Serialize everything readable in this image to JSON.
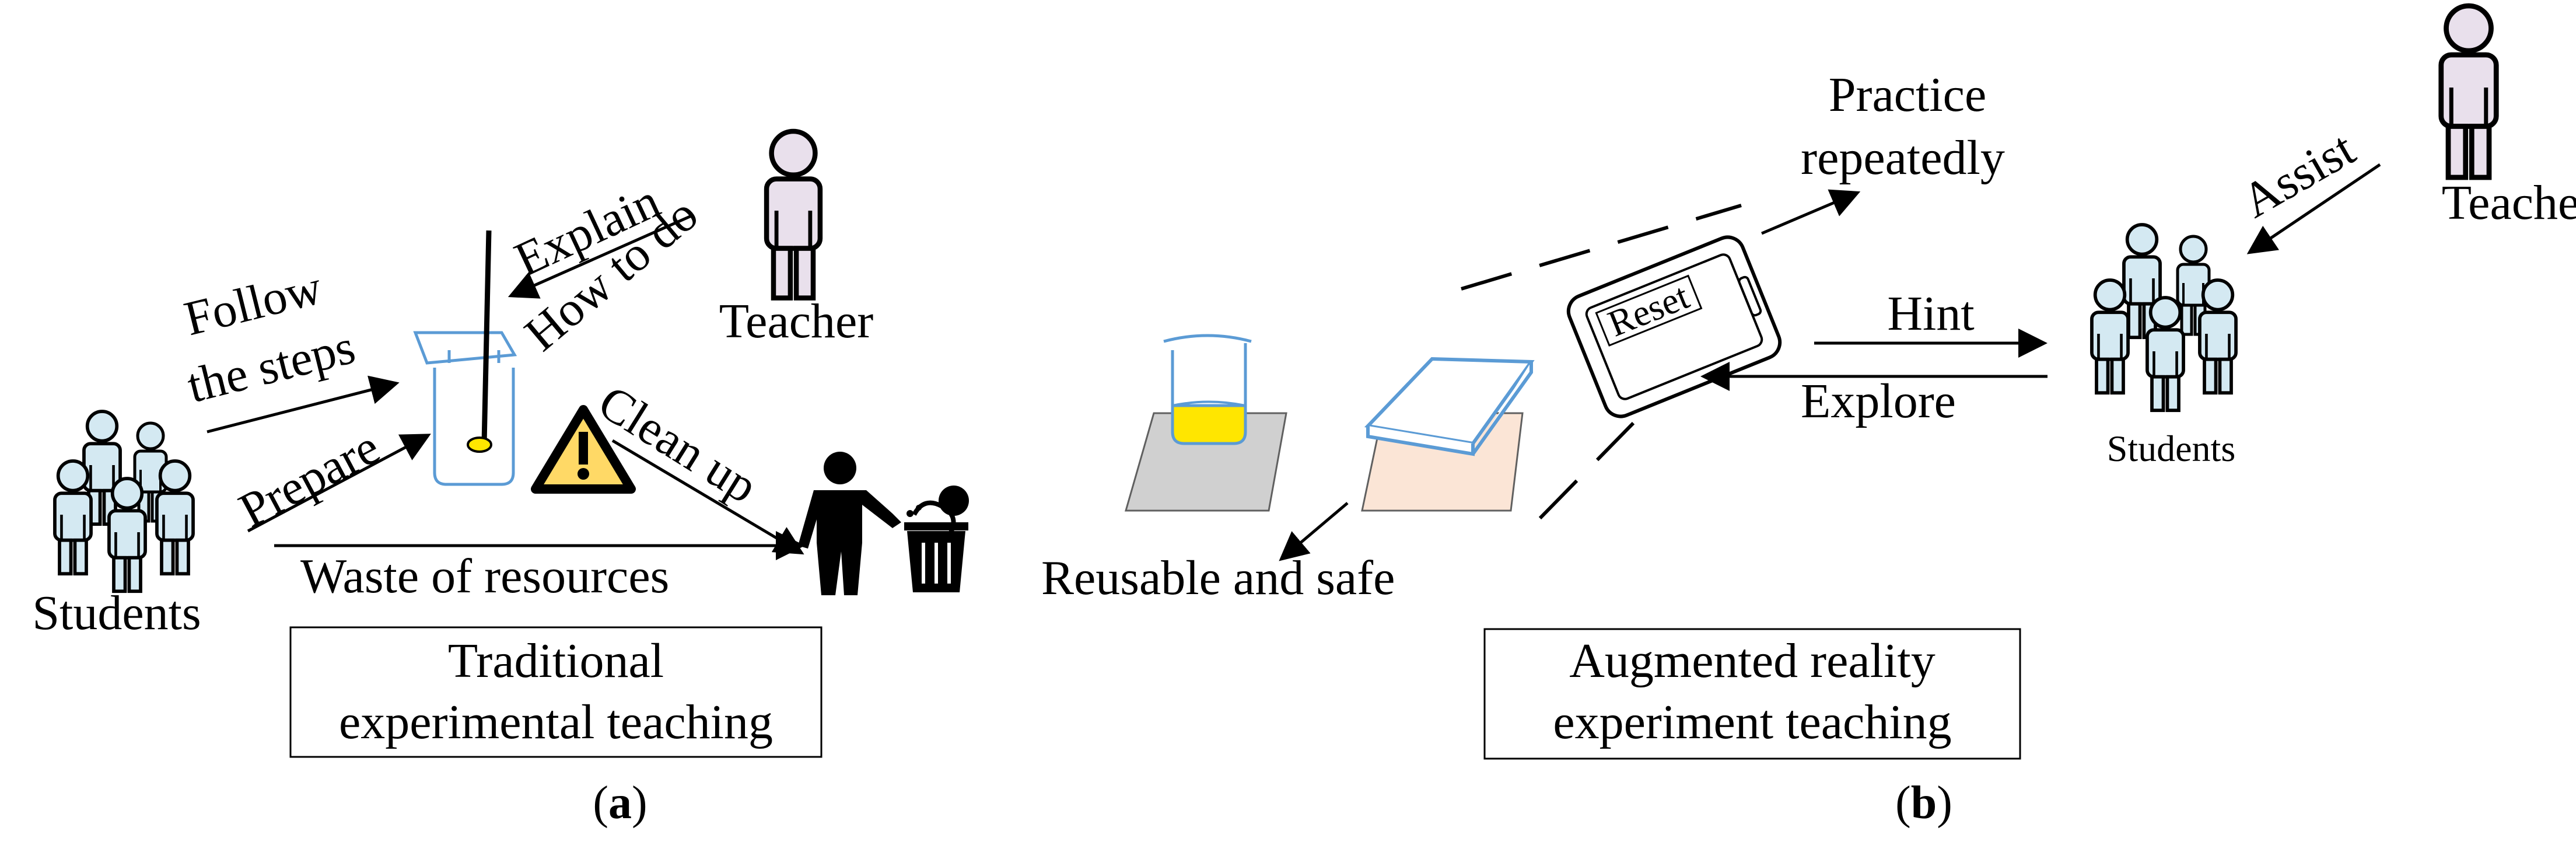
{
  "panel_a": {
    "students_label": "Students",
    "teacher_label": "Teacher",
    "follow_line1": "Follow",
    "follow_line2": "the steps",
    "prepare_label": "Prepare",
    "explain_label": "Explain",
    "howto_label": "How to do",
    "cleanup_label": "Clean up",
    "waste_label": "Waste of  resources",
    "box_line1": "Traditional",
    "box_line2": "experimental teaching",
    "sublabel_open": "(",
    "sublabel_letter": "a",
    "sublabel_close": ")"
  },
  "panel_b": {
    "reusable_label": "Reusable and safe",
    "reset_label": "Reset",
    "practice_line1": "Practice",
    "practice_line2": "repeatedly",
    "hint_label": "Hint",
    "explore_label": "Explore",
    "assist_label": "Assist",
    "teacher_label": "Teacher",
    "students_label": "Students",
    "box_line1": "Augmented reality",
    "box_line2": "experiment teaching",
    "sublabel_open": "(",
    "sublabel_letter": "b",
    "sublabel_close": ")"
  },
  "colors": {
    "person_fill": "#d4e9f2",
    "teacher_fill": "#e9e0ec",
    "glass_stroke": "#5b9bd5",
    "liquid": "#ffe600",
    "warning_fill": "#ffd966",
    "tray_gray": "#d0d0d0",
    "tray_peach": "#fbe5d6"
  },
  "icons": [
    "students-group-icon",
    "teacher-icon",
    "beaker-icon",
    "warning-icon",
    "trash-person-icon",
    "tablet-icon",
    "glass-plate-icon"
  ]
}
